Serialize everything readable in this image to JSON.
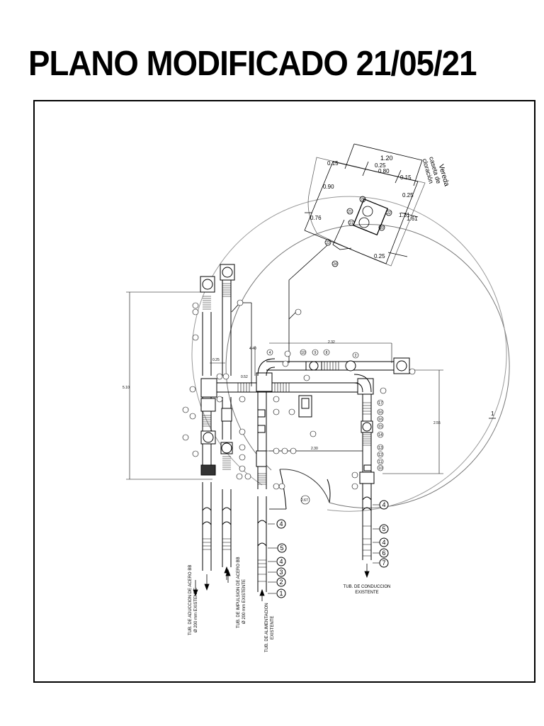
{
  "title": "PLANO MODIFICADO 21/05/21",
  "dimensions": {
    "d_1_20": "1.20",
    "d_0_25_top": "0.25",
    "d_0_80": "0.80",
    "d_0_15_a": "0.15",
    "d_0_15_b": "0.15",
    "d_0_90": "0.90",
    "d_0_25_right": "0.25",
    "d_1_31": "1.31",
    "d_1_61": "1.61",
    "d_0_76": "0.76",
    "d_0_25_bottom": "0.25",
    "d_2_32": "2.32",
    "d_4_40": "4.40",
    "d_0_25_mid": "0.25",
    "d_0_52": "0.52",
    "d_5_10": "5.10",
    "d_2_55": "2.55",
    "d_2_30": "2.30",
    "d_2_67": "2.67"
  },
  "vereda_label": [
    "Vereda",
    "caseta de",
    "cloración"
  ],
  "section_mark": "1",
  "pipes": {
    "aduccion": [
      "TUB. DE ADUCCION DE ACERO BB",
      "Ø 200 mm EXISTENTE"
    ],
    "impulsion": [
      "TUB. DE IMPULSION DE ACERO BB",
      "Ø 200 mm EXISTENTE"
    ],
    "alimentacion": [
      "TUB. DE ALIMENTACION",
      "EXISTENTE"
    ],
    "conduccion": [
      "TUB. DE CONDUCCION",
      "EXISTENTE"
    ]
  },
  "callouts": {
    "center_bottom": [
      "4",
      "5",
      "4",
      "3",
      "2",
      "1"
    ],
    "right_bottom": [
      "4",
      "5",
      "4",
      "6",
      "7"
    ],
    "right_column": [
      "17",
      "16",
      "16",
      "15",
      "14",
      "13",
      "12",
      "11",
      "10"
    ],
    "top_row": [
      "4",
      "10",
      "9",
      "8",
      "2"
    ],
    "caseta": [
      "23",
      "21",
      "22",
      "20",
      "21",
      "23",
      "24"
    ]
  }
}
